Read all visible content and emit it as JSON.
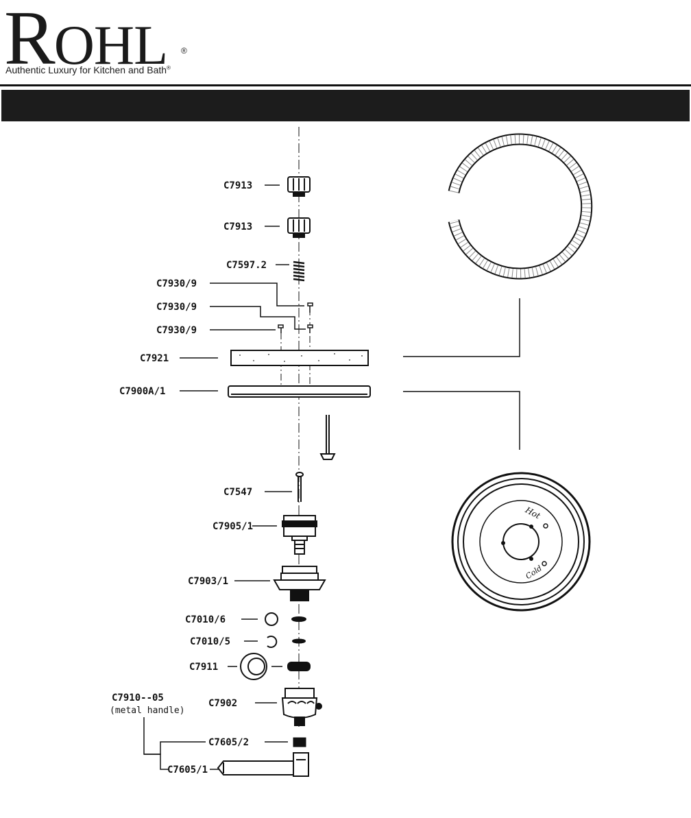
{
  "brand": {
    "logo_text": "ROHL",
    "registered_mark": "®",
    "tagline": "Authentic Luxury for Kitchen and Bath",
    "tagline_mark": "®"
  },
  "title_bar": {
    "text": ""
  },
  "parts": [
    {
      "code": "C7913"
    },
    {
      "code": "C7913"
    },
    {
      "code": "C7597.2"
    },
    {
      "code": "C7930/9"
    },
    {
      "code": "C7930/9"
    },
    {
      "code": "C7930/9"
    },
    {
      "code": "C7921"
    },
    {
      "code": "C7900A/1"
    },
    {
      "code": "C7547"
    },
    {
      "code": "C7905/1"
    },
    {
      "code": "C7903/1"
    },
    {
      "code": "C7010/6"
    },
    {
      "code": "C7010/5"
    },
    {
      "code": "C7911"
    },
    {
      "code": "C7902"
    },
    {
      "code": "C7910--05",
      "note": "(metal handle)"
    },
    {
      "code": "C7605/2"
    },
    {
      "code": "C7605/1"
    }
  ],
  "escutcheon_markings": {
    "hot": "Hot",
    "cold": "Cold"
  },
  "colors": {
    "ink": "#111111",
    "bar": "#1c1c1c"
  }
}
